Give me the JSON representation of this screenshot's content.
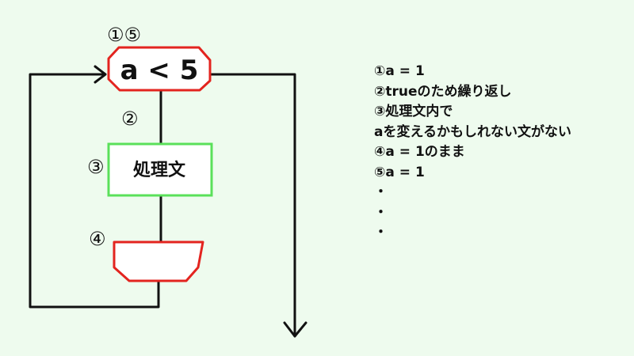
{
  "flowchart": {
    "loop_condition": "a < 5",
    "process": "処理文",
    "step_markers": {
      "condition": "①⑤",
      "arrow_in": "②",
      "process": "③",
      "loop_end": "④"
    },
    "colors": {
      "loop_start": "#e3241f",
      "process": "#5ae05a",
      "loop_end": "#e3241f",
      "line": "#111111",
      "background": "#eefbee"
    }
  },
  "notes": [
    "①a = 1",
    "②trueのため繰り返し",
    "③処理文内で",
    "aを変えるかもしれない文がない",
    "④a = 1のまま",
    "⑤a = 1",
    "・",
    "・",
    "・"
  ]
}
